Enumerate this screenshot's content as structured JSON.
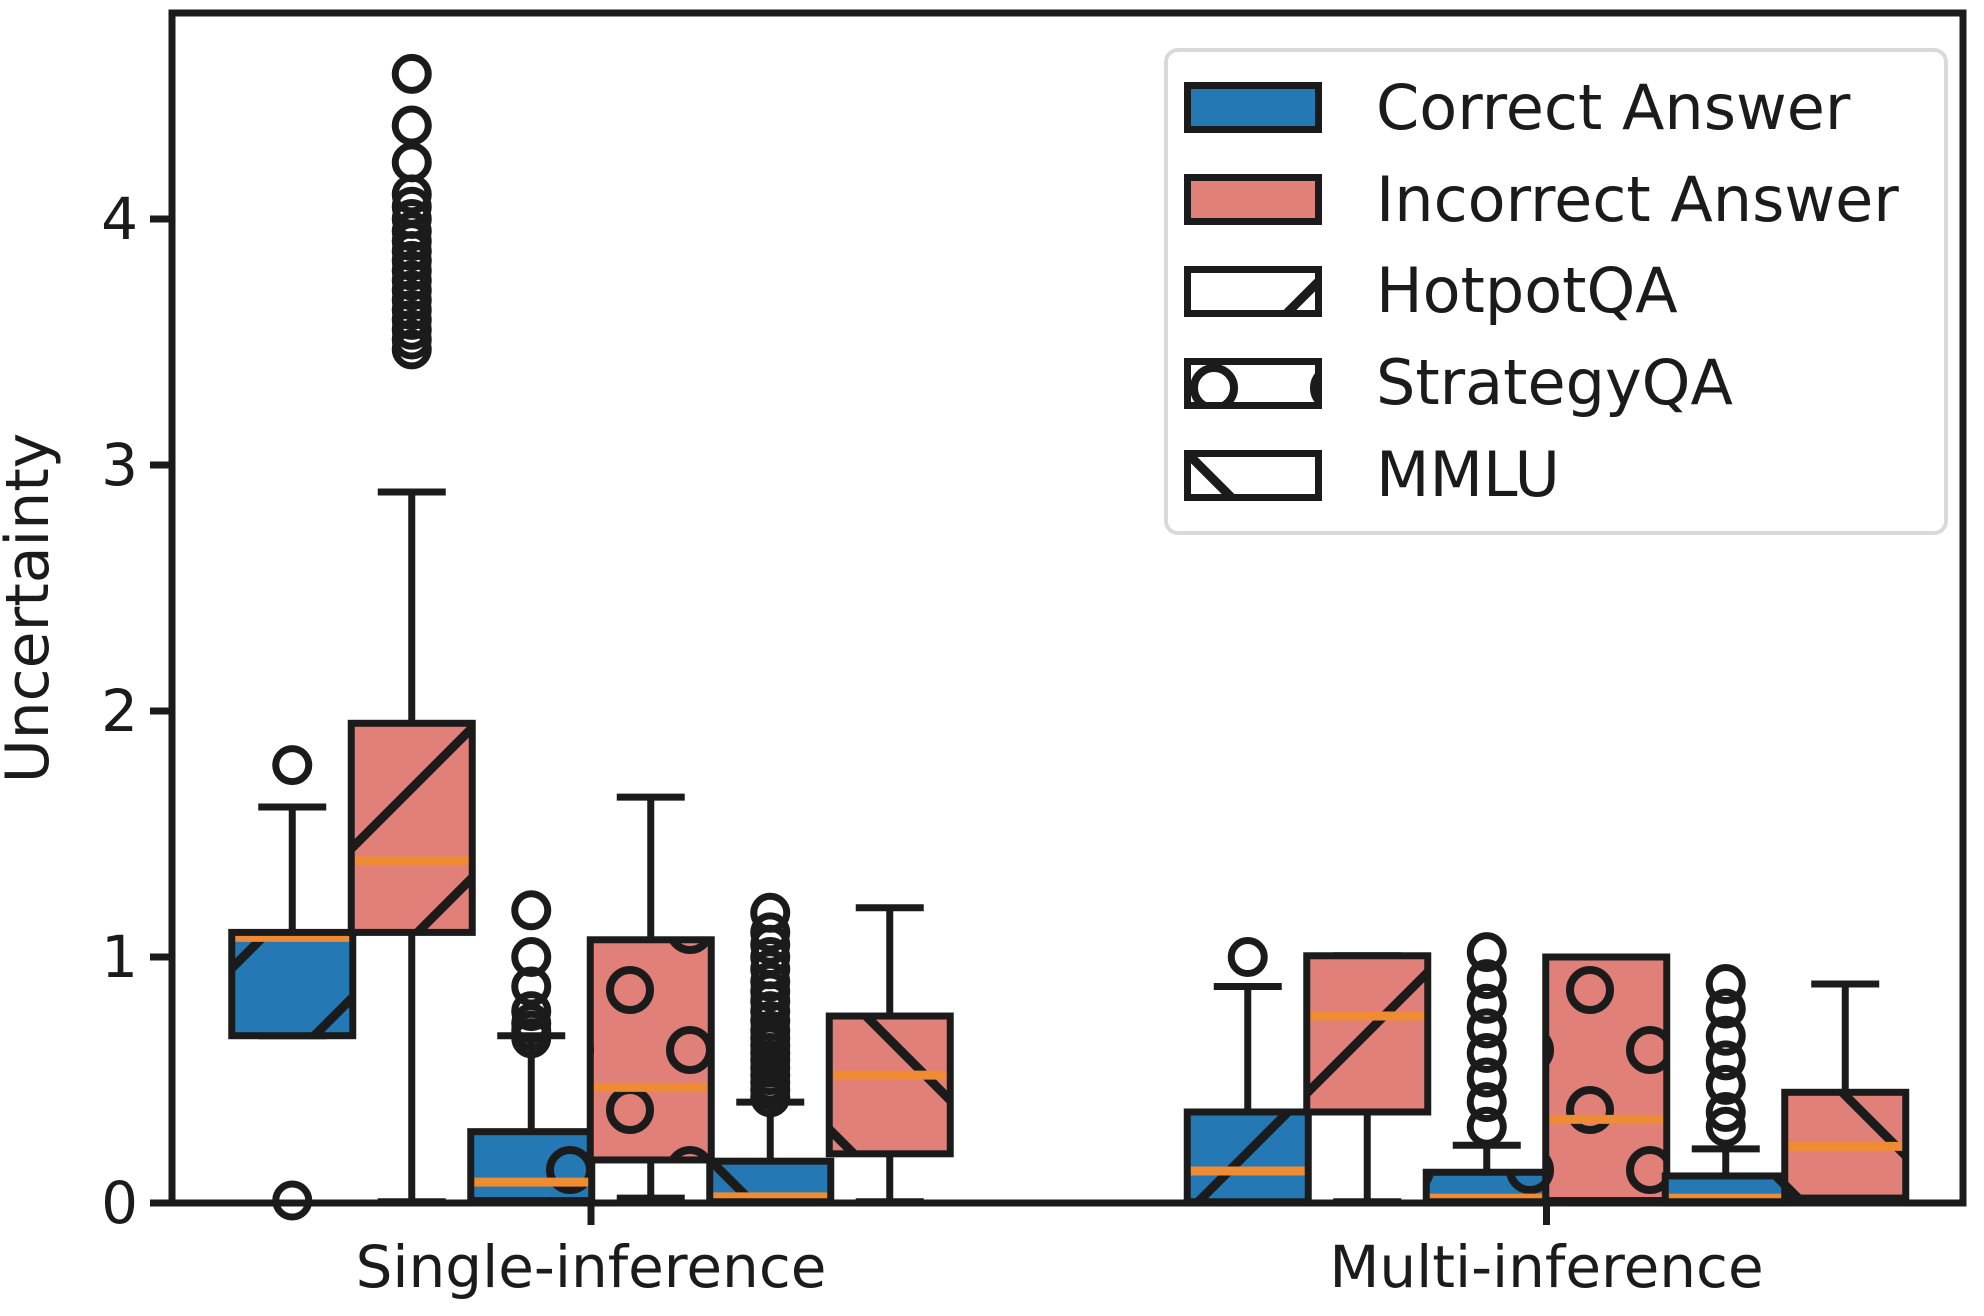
{
  "axes": {
    "ylabel": "Uncertainty",
    "ytick_labels": [
      "0",
      "1",
      "2",
      "3",
      "4"
    ],
    "xtick_labels": [
      "Single-inference",
      "Multi-inference"
    ]
  },
  "legend": {
    "items": [
      {
        "label": "Correct Answer",
        "swatch": "fill",
        "color": "#2478b4"
      },
      {
        "label": "Incorrect Answer",
        "swatch": "fill",
        "color": "#e08079"
      },
      {
        "label": "HotpotQA",
        "swatch": "hatch",
        "hatch": "/"
      },
      {
        "label": "StrategyQA",
        "swatch": "hatch",
        "hatch": "o"
      },
      {
        "label": "MMLU",
        "swatch": "hatch",
        "hatch": "\\"
      }
    ]
  },
  "chart_data": {
    "type": "boxplot",
    "title": "",
    "xlabel": "",
    "ylabel": "Uncertainty",
    "ylim": [
      0,
      4.84
    ],
    "yticks": [
      0,
      1,
      2,
      3,
      4
    ],
    "grid": false,
    "legend_position": "upper right",
    "groups": [
      "Single-inference",
      "Multi-inference"
    ],
    "datasets": [
      "HotpotQA",
      "StrategyQA",
      "MMLU"
    ],
    "answer_classes": [
      "Correct Answer",
      "Incorrect Answer"
    ],
    "colors": {
      "correct": "#2478b4",
      "incorrect": "#e08079",
      "median": "#ee8b33",
      "edge": "#1b1b1b"
    },
    "hatches": {
      "HotpotQA": "/",
      "StrategyQA": "o",
      "MMLU": "\\"
    },
    "boxes": [
      {
        "group": "Single-inference",
        "dataset": "HotpotQA",
        "answer": "correct",
        "whislo": 0.68,
        "q1": 0.68,
        "med": 1.08,
        "q3": 1.1,
        "whishi": 1.61,
        "outliers": [
          0.01,
          1.78
        ]
      },
      {
        "group": "Single-inference",
        "dataset": "HotpotQA",
        "answer": "incorrect",
        "whislo": 0.005,
        "q1": 1.1,
        "med": 1.39,
        "q3": 1.95,
        "whishi": 2.89,
        "outliers": [
          3.47,
          3.51,
          3.55,
          3.59,
          3.63,
          3.67,
          3.71,
          3.75,
          3.79,
          3.83,
          3.87,
          3.91,
          3.95,
          4.0,
          4.05,
          4.1,
          4.23,
          4.38,
          4.59
        ]
      },
      {
        "group": "Single-inference",
        "dataset": "StrategyQA",
        "answer": "correct",
        "whislo": 0.01,
        "q1": 0.01,
        "med": 0.085,
        "q3": 0.29,
        "whishi": 0.68,
        "outliers": [
          0.67,
          0.7,
          0.73,
          0.78,
          0.88,
          1.0,
          1.19
        ]
      },
      {
        "group": "Single-inference",
        "dataset": "StrategyQA",
        "answer": "incorrect",
        "whislo": 0.02,
        "q1": 0.175,
        "med": 0.47,
        "q3": 1.07,
        "whishi": 1.65,
        "outliers": []
      },
      {
        "group": "Single-inference",
        "dataset": "MMLU",
        "answer": "correct",
        "whislo": 0.005,
        "q1": 0.005,
        "med": 0.025,
        "q3": 0.17,
        "whishi": 0.41,
        "outliers": [
          0.43,
          0.46,
          0.49,
          0.52,
          0.55,
          0.58,
          0.61,
          0.64,
          0.67,
          0.7,
          0.74,
          0.78,
          0.82,
          0.86,
          0.9,
          0.95,
          1.0,
          1.05,
          1.1,
          1.18
        ]
      },
      {
        "group": "Single-inference",
        "dataset": "MMLU",
        "answer": "incorrect",
        "whislo": 0.005,
        "q1": 0.2,
        "med": 0.52,
        "q3": 0.76,
        "whishi": 1.2,
        "outliers": []
      },
      {
        "group": "Multi-inference",
        "dataset": "HotpotQA",
        "answer": "correct",
        "whislo": 0.005,
        "q1": 0.005,
        "med": 0.13,
        "q3": 0.37,
        "whishi": 0.88,
        "outliers": [
          1.0
        ]
      },
      {
        "group": "Multi-inference",
        "dataset": "HotpotQA",
        "answer": "incorrect",
        "whislo": 0.005,
        "q1": 0.37,
        "med": 0.76,
        "q3": 1.005,
        "whishi": 1.005,
        "outliers": []
      },
      {
        "group": "Multi-inference",
        "dataset": "StrategyQA",
        "answer": "correct",
        "whislo": 0.005,
        "q1": 0.005,
        "med": 0.02,
        "q3": 0.125,
        "whishi": 0.235,
        "outliers": [
          0.31,
          0.41,
          0.51,
          0.61,
          0.71,
          0.81,
          0.91,
          1.02
        ]
      },
      {
        "group": "Multi-inference",
        "dataset": "StrategyQA",
        "answer": "incorrect",
        "whislo": 0.005,
        "q1": 0.01,
        "med": 0.34,
        "q3": 1.0,
        "whishi": 1.0,
        "outliers": []
      },
      {
        "group": "Multi-inference",
        "dataset": "MMLU",
        "answer": "correct",
        "whislo": 0.005,
        "q1": 0.005,
        "med": 0.02,
        "q3": 0.11,
        "whishi": 0.22,
        "outliers": [
          0.31,
          0.37,
          0.48,
          0.58,
          0.68,
          0.79,
          0.89
        ]
      },
      {
        "group": "Multi-inference",
        "dataset": "MMLU",
        "answer": "incorrect",
        "whislo": 0.02,
        "q1": 0.02,
        "med": 0.23,
        "q3": 0.45,
        "whishi": 0.89,
        "outliers": []
      }
    ]
  }
}
